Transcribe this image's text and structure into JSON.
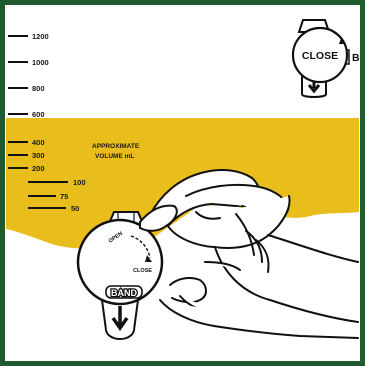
{
  "colors": {
    "frame": "#1f5b2e",
    "fill_level": "#e8bd1c",
    "ink": "#111111",
    "background": "#ffffff"
  },
  "scale_upper": [
    "1200",
    "1000",
    "800",
    "600",
    "400",
    "300",
    "200"
  ],
  "scale_lower": [
    "100",
    "75",
    "50"
  ],
  "caption": {
    "line1": "APPROXIMATE",
    "line2": "VOLUME mL"
  },
  "reference_dial": {
    "label": "CLOSE",
    "side_letter": "B"
  },
  "hand_dial": {
    "open_label": "OPEN",
    "close_label": "CLOSE",
    "band_label": "BAND"
  },
  "icons": [
    "arrow-down-icon",
    "hand-icon"
  ]
}
